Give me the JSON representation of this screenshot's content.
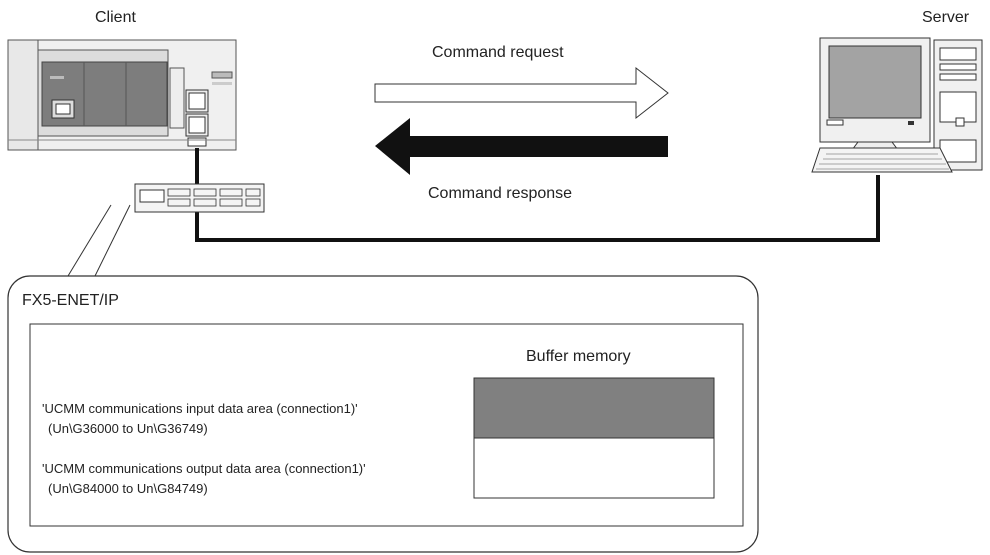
{
  "labels": {
    "client": "Client",
    "server": "Server",
    "request": "Command request",
    "response": "Command response",
    "module": "FX5-ENET/IP",
    "buffer": "Buffer memory"
  },
  "areas": [
    {
      "name": "'UCMM communications input data area (connection1)'",
      "range": "(Un\\G36000 to Un\\G36749)",
      "fill": "#808080"
    },
    {
      "name": "'UCMM communications output data area (connection1)'",
      "range": "(Un\\G84000 to Un\\G84749)",
      "fill": "#ffffff"
    }
  ]
}
